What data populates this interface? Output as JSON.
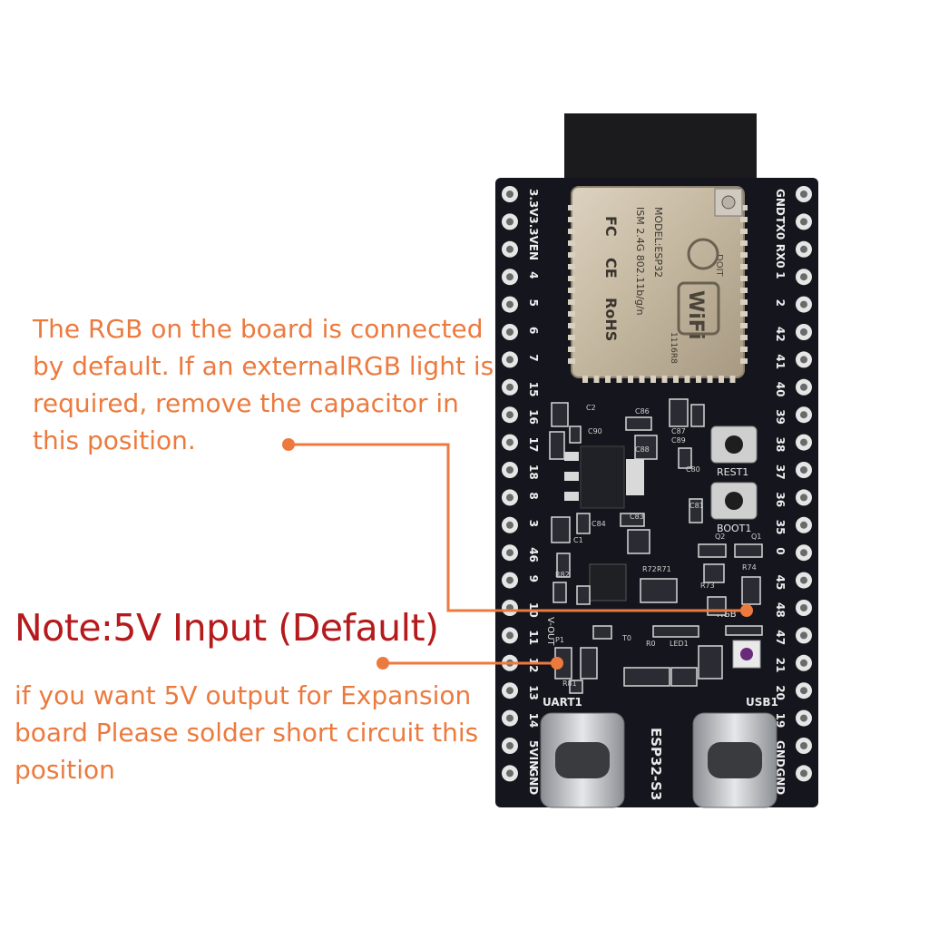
{
  "annotations": {
    "rgb_note": "The RGB on the board is connected by default. If an externalRGB light is required, remove the capacitor in this position.",
    "input_note_title": "Note:5V Input (Default)",
    "input_note_body": "if you want 5V output for Expansion board Please solder short circuit this position"
  },
  "colors": {
    "annotation_text": "#ec7a3e",
    "note_title": "#b51a1c",
    "leader_line": "#ec7a3e",
    "pcb": "#15161d"
  },
  "board": {
    "left_pins": [
      "3.3V",
      "3.3V",
      "EN",
      "4",
      "5",
      "6",
      "7",
      "15",
      "16",
      "17",
      "18",
      "8",
      "3",
      "46",
      "9",
      "10",
      "11",
      "12",
      "13",
      "14",
      "5VIN",
      "GND"
    ],
    "right_pins": [
      "GND",
      "TX0",
      "RX0",
      "1",
      "2",
      "42",
      "41",
      "40",
      "39",
      "38",
      "37",
      "36",
      "35",
      "0",
      "45",
      "48",
      "47",
      "21",
      "20",
      "19",
      "GND",
      "GND"
    ],
    "module_text": [
      "MODEL:ESP32",
      "ISM 2.4G 802.11b/g/n",
      "DOIT",
      "WiFi",
      "FC",
      "CE",
      "RoHS",
      "1116R8"
    ],
    "labels": {
      "rest": "REST1",
      "boot": "BOOT1",
      "uart": "UART1",
      "usb": "USB1",
      "chip": "ESP32-S3",
      "rgb": "RGB",
      "vout": "V-OUT"
    },
    "components": [
      "C2",
      "C90",
      "C86",
      "C89",
      "C88",
      "C87",
      "C80",
      "C81",
      "C84",
      "C83",
      "C1",
      "Q2",
      "Q1",
      "R74",
      "R73",
      "R72",
      "R71",
      "R82",
      "R81",
      "P1",
      "T0",
      "R0",
      "LED1"
    ]
  }
}
